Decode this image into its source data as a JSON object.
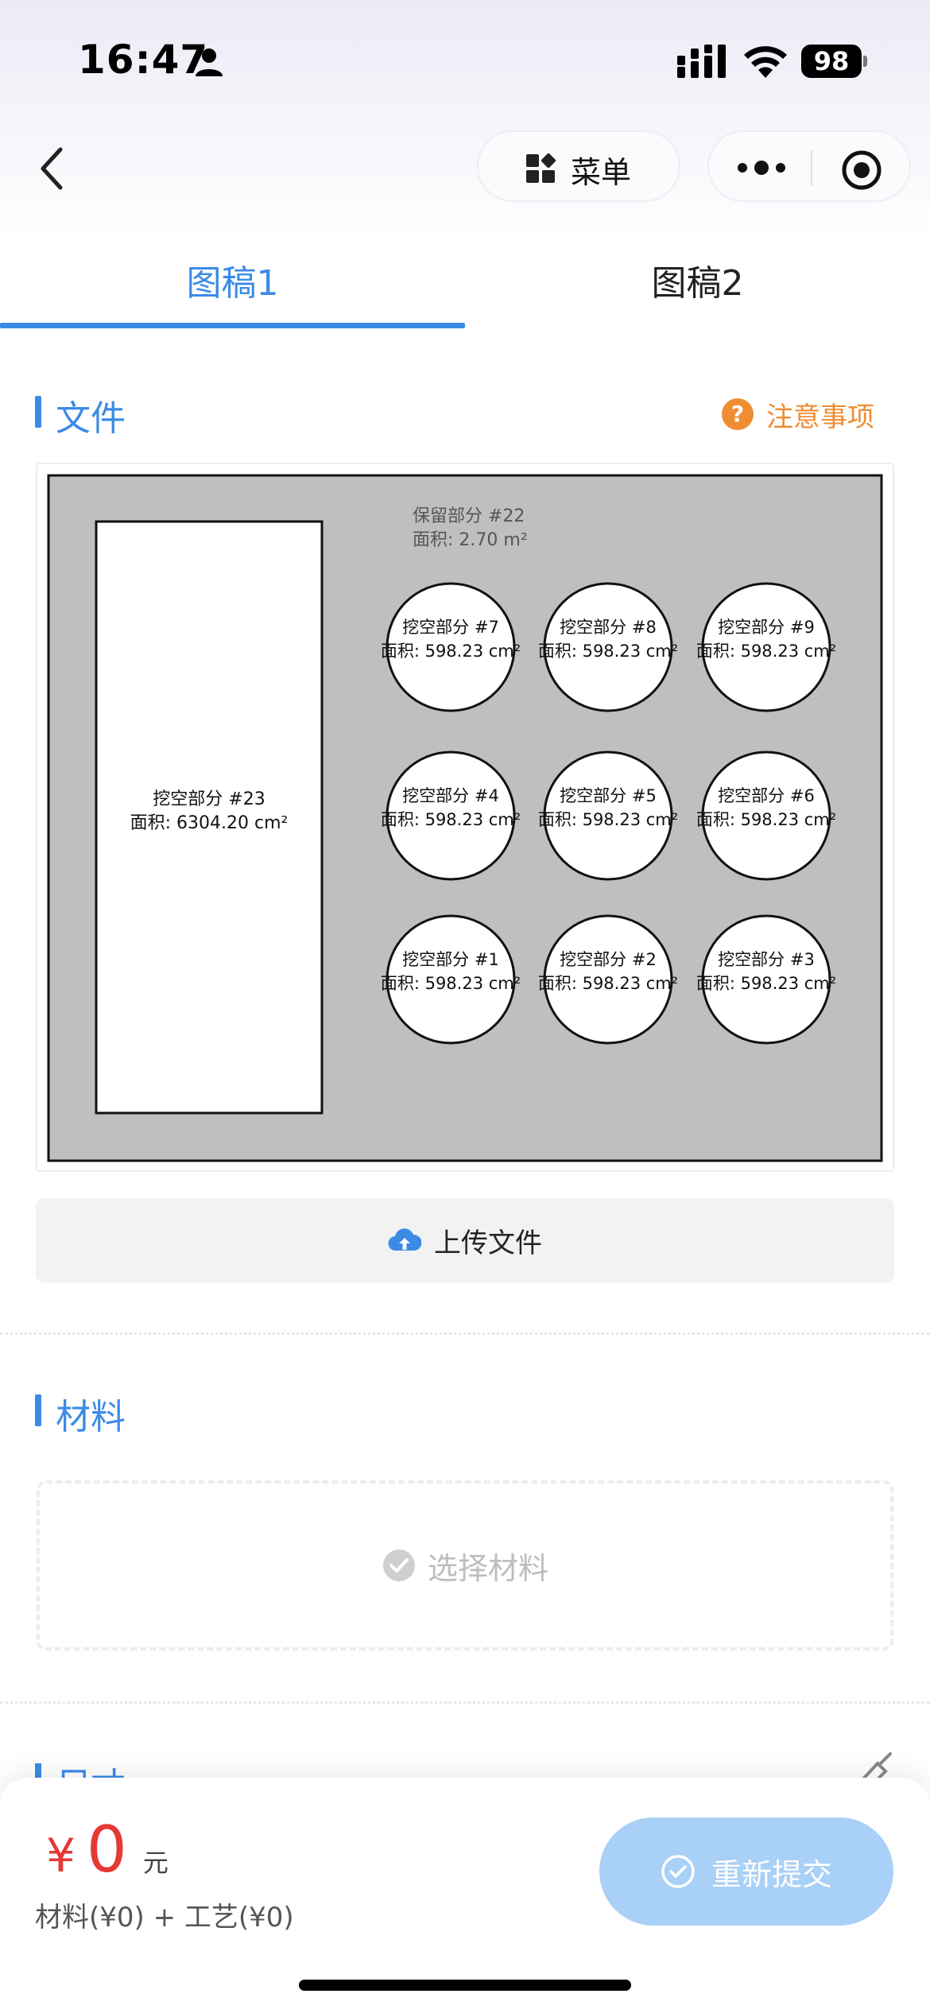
{
  "status_bar": {
    "time": "16:47",
    "battery": "98"
  },
  "nav": {
    "menu_label": "菜单"
  },
  "tabs": [
    {
      "label": "图稿1",
      "active": true
    },
    {
      "label": "图稿2",
      "active": false
    }
  ],
  "file_section": {
    "title": "文件",
    "notice_label": "注意事项",
    "upload_label": "上传文件",
    "drawing": {
      "retained": {
        "label": "保留部分 #22",
        "area": "面积: 2.70 m²"
      },
      "rect_cutout": {
        "label": "挖空部分 #23",
        "area": "面积: 6304.20 cm²"
      },
      "circles": [
        {
          "label": "挖空部分 #7",
          "area": "面积: 598.23 cm²"
        },
        {
          "label": "挖空部分 #8",
          "area": "面积: 598.23 cm²"
        },
        {
          "label": "挖空部分 #9",
          "area": "面积: 598.23 cm²"
        },
        {
          "label": "挖空部分 #4",
          "area": "面积: 598.23 cm²"
        },
        {
          "label": "挖空部分 #5",
          "area": "面积: 598.23 cm²"
        },
        {
          "label": "挖空部分 #6",
          "area": "面积: 598.23 cm²"
        },
        {
          "label": "挖空部分 #1",
          "area": "面积: 598.23 cm²"
        },
        {
          "label": "挖空部分 #2",
          "area": "面积: 598.23 cm²"
        },
        {
          "label": "挖空部分 #3",
          "area": "面积: 598.23 cm²"
        }
      ]
    }
  },
  "material_section": {
    "title": "材料",
    "placeholder": "选择材料"
  },
  "size_section": {
    "title": "尺寸"
  },
  "footer": {
    "currency_symbol": "¥",
    "price": "0",
    "unit": "元",
    "breakdown": "材料(¥0) + 工艺(¥0)",
    "submit_label": "重新提交"
  },
  "colors": {
    "accent": "#3b8be6",
    "warning": "#ef8d33",
    "price": "#e53935",
    "drawing_bg": "#bfbfbf"
  }
}
